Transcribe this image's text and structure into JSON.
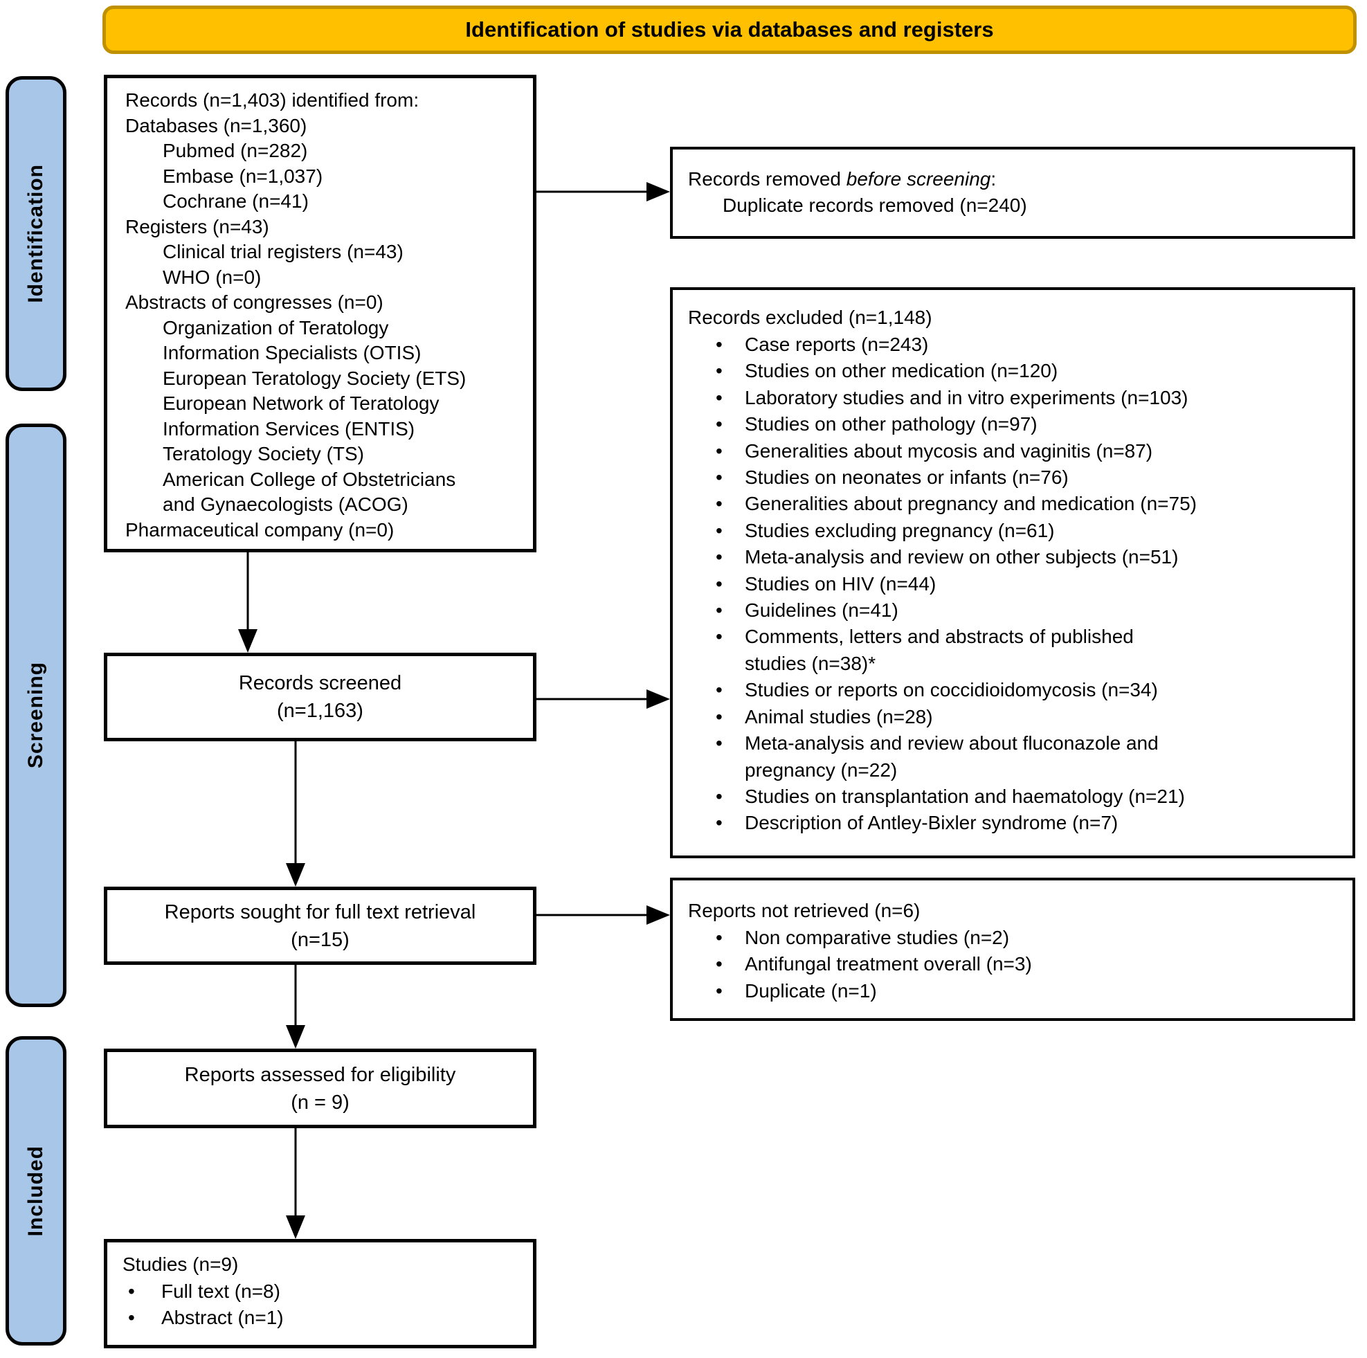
{
  "title": "Identification of studies via databases and registers",
  "glyphs": {
    "bullet": "•"
  },
  "colors": {
    "banner_fill": "#FFC000",
    "banner_border": "#BF9000",
    "stage_fill": "#A8C6E8",
    "box_border": "#000000"
  },
  "stages": {
    "identification": "Identification",
    "screening": "Screening",
    "included": "Included"
  },
  "identified": {
    "lines": [
      {
        "t": "Records (n=1,403) identified from:",
        "ind": 0
      },
      {
        "t": "Databases (n=1,360)",
        "ind": 0
      },
      {
        "t": "Pubmed (n=282)",
        "ind": 1
      },
      {
        "t": "Embase (n=1,037)",
        "ind": 1
      },
      {
        "t": "Cochrane (n=41)",
        "ind": 1
      },
      {
        "t": "Registers (n=43)",
        "ind": 0
      },
      {
        "t": "Clinical trial registers (n=43)",
        "ind": 1
      },
      {
        "t": "WHO (n=0)",
        "ind": 1
      },
      {
        "t": "Abstracts of congresses (n=0)",
        "ind": 0
      },
      {
        "t": "Organization of Teratology",
        "ind": 1
      },
      {
        "t": "Information Specialists (OTIS)",
        "ind": 1
      },
      {
        "t": "European Teratology Society (ETS)",
        "ind": 1
      },
      {
        "t": "European Network of Teratology",
        "ind": 1
      },
      {
        "t": "Information Services (ENTIS)",
        "ind": 1
      },
      {
        "t": "Teratology Society (TS)",
        "ind": 1
      },
      {
        "t": "American College of Obstetricians",
        "ind": 1
      },
      {
        "t": "and Gynaecologists (ACOG)",
        "ind": 1
      },
      {
        "t": "Pharmaceutical company (n=0)",
        "ind": 0
      }
    ]
  },
  "removed": {
    "line1_prefix": "Records removed ",
    "line1_italic": "before screening",
    "line1_suffix": ":",
    "line2": "Duplicate records removed (n=240)"
  },
  "excluded": {
    "header": "Records excluded (n=1,148)",
    "items": [
      [
        "Case reports (n=243)"
      ],
      [
        "Studies on other medication (n=120)"
      ],
      [
        "Laboratory studies and in vitro experiments (n=103)"
      ],
      [
        "Studies on other pathology (n=97)"
      ],
      [
        "Generalities about mycosis and vaginitis (n=87)"
      ],
      [
        "Studies on neonates or infants (n=76)"
      ],
      [
        "Generalities about pregnancy and medication (n=75)"
      ],
      [
        "Studies excluding pregnancy (n=61)"
      ],
      [
        "Meta-analysis and review on other subjects (n=51)"
      ],
      [
        "Studies on HIV (n=44)"
      ],
      [
        "Guidelines (n=41)"
      ],
      [
        "Comments, letters and abstracts of published",
        "studies (n=38)*"
      ],
      [
        "Studies or reports on coccidioidomycosis (n=34)"
      ],
      [
        "Animal studies (n=28)"
      ],
      [
        "Meta-analysis and review about fluconazole and",
        "pregnancy (n=22)"
      ],
      [
        "Studies on transplantation and haematology (n=21)"
      ],
      [
        "Description of Antley-Bixler syndrome (n=7)"
      ]
    ]
  },
  "screened": {
    "line1": "Records screened",
    "line2": "(n=1,163)"
  },
  "sought": {
    "line1": "Reports sought for full text retrieval",
    "line2": "(n=15)"
  },
  "not_retrieved": {
    "header": "Reports not retrieved (n=6)",
    "items": [
      "Non comparative studies (n=2)",
      "Antifungal treatment overall (n=3)",
      "Duplicate (n=1)"
    ]
  },
  "assessed": {
    "line1": "Reports assessed for eligibility",
    "line2": "(n = 9)"
  },
  "studies": {
    "header": "Studies (n=9)",
    "items": [
      "Full text (n=8)",
      "Abstract (n=1)"
    ]
  }
}
